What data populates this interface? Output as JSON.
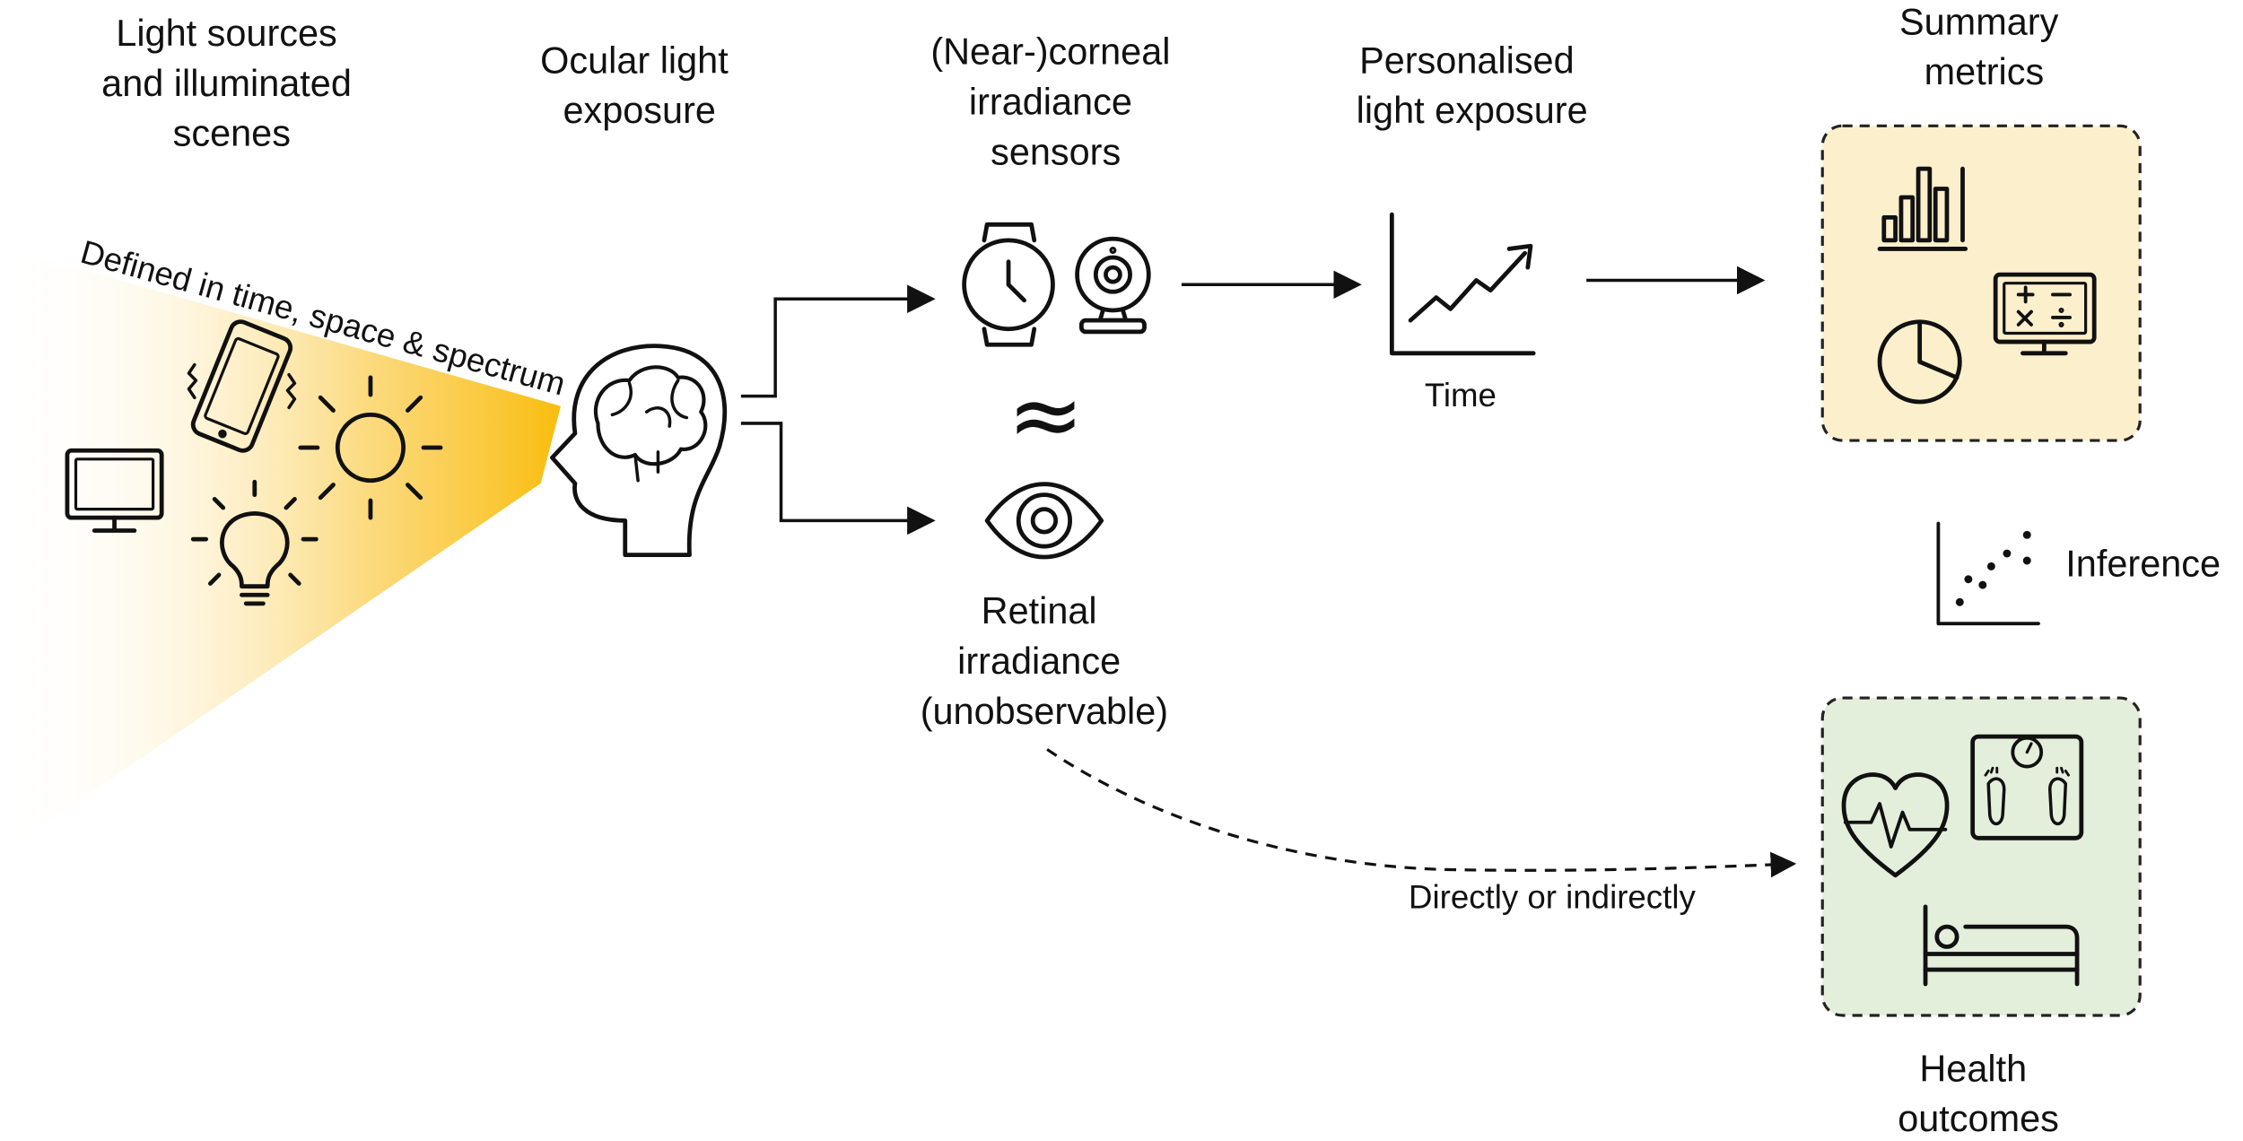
{
  "labels": {
    "light_sources": [
      "Light sources",
      "and illuminated",
      "scenes"
    ],
    "ocular_exposure": [
      "Ocular light",
      "exposure"
    ],
    "sensors": [
      "(Near-)corneal",
      "irradiance",
      "sensors"
    ],
    "personalised": [
      "Personalised",
      "light exposure"
    ],
    "summary": [
      "Summary",
      "metrics"
    ],
    "beam_caption": "Defined in time, space & spectrum",
    "time_axis": "Time",
    "retinal": [
      "Retinal",
      "irradiance",
      "(unobservable)"
    ],
    "inference": "Inference",
    "directly": "Directly or indirectly",
    "health": [
      "Health",
      "outcomes"
    ]
  },
  "approx_symbol": "≈",
  "colors": {
    "beam": "#f9bd0e",
    "summary_box": "#fcf0cc",
    "health_box": "#e3eedb",
    "ink": "#111111"
  }
}
